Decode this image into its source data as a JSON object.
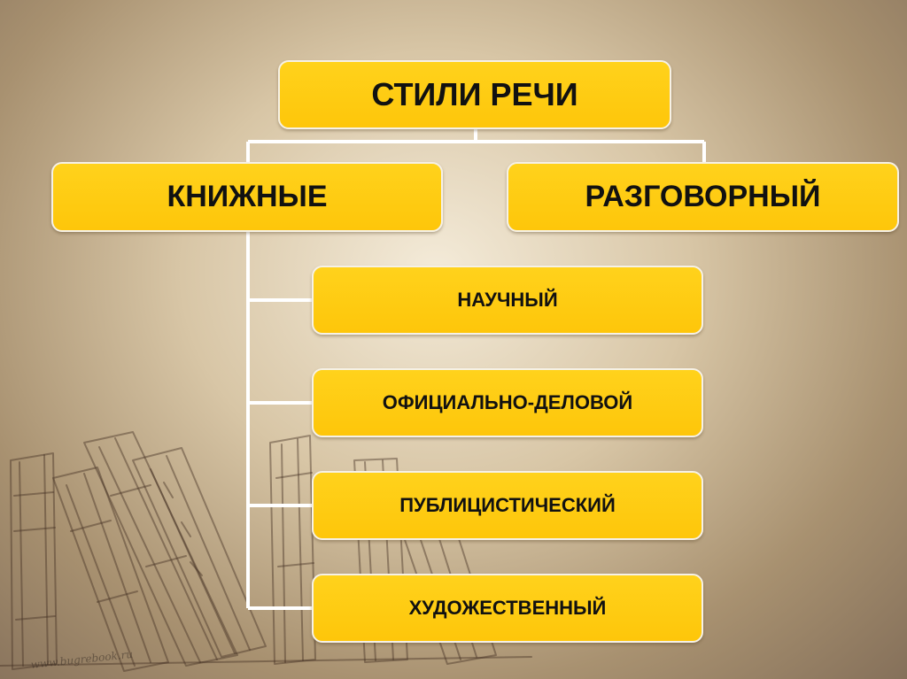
{
  "diagram": {
    "root": {
      "label": "СТИЛИ РЕЧИ"
    },
    "branches": [
      {
        "label": "КНИЖНЫЕ",
        "children": [
          {
            "label": "НАУЧНЫЙ"
          },
          {
            "label": "ОФИЦИАЛЬНО-ДЕЛОВОЙ"
          },
          {
            "label": "ПУБЛИЦИСТИЧЕСКИЙ"
          },
          {
            "label": "ХУДОЖЕСТВЕННЫЙ"
          }
        ]
      },
      {
        "label": "РАЗГОВОРНЫЙ"
      }
    ]
  },
  "watermark": "www.bugrebook.ru",
  "colors": {
    "box_fill": "#fec60a",
    "box_border": "#f6f1e6",
    "connector": "#ffffff",
    "text": "#111111"
  }
}
